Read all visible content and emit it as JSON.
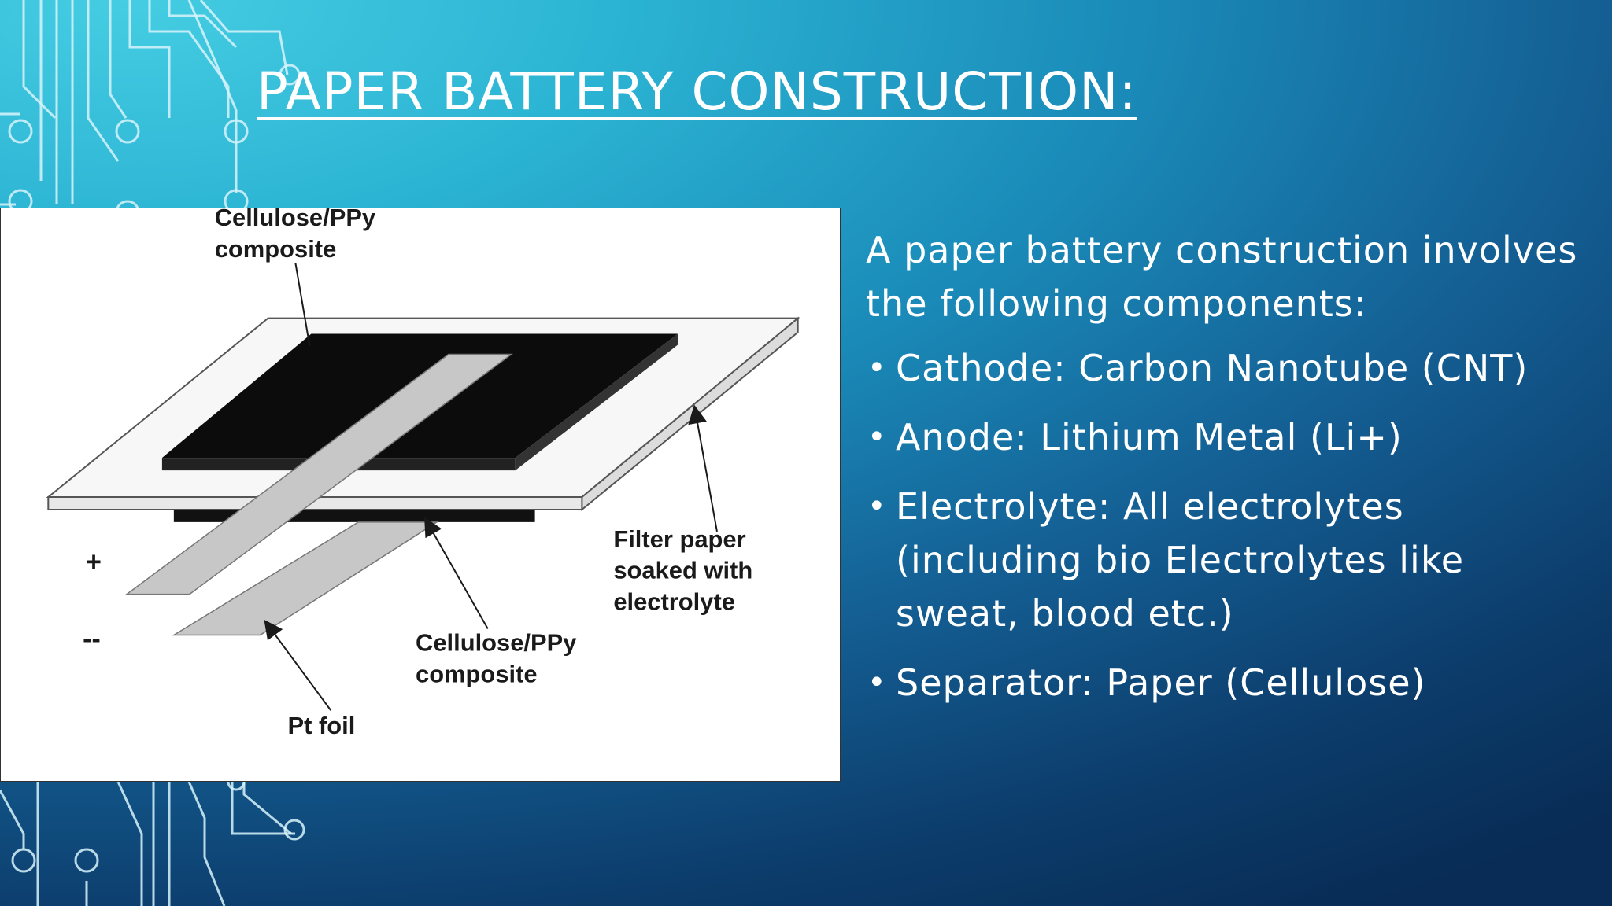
{
  "slide": {
    "title": "PAPER BATTERY CONSTRUCTION:",
    "intro": "A paper battery construction involves the following components:",
    "bullet_glyph": "•",
    "bullets": [
      "Cathode: Carbon Nanotube (CNT)",
      "Anode: Lithium Metal (Li+)",
      "Electrolyte: All electrolytes (including bio Electrolytes like sweat, blood etc.)",
      "Separator: Paper (Cellulose)"
    ]
  },
  "diagram": {
    "label_top_line1": "Cellulose/PPy",
    "label_top_line2": "composite",
    "label_filter_line1": "Filter paper",
    "label_filter_line2": "soaked with",
    "label_filter_line3": "electrolyte",
    "label_bottom_line1": "Cellulose/PPy",
    "label_bottom_line2": "composite",
    "label_pt_foil": "Pt foil",
    "label_plus": "+",
    "label_minus": "--"
  },
  "colors": {
    "background_light": "#45cde3",
    "background_dark": "#082c55",
    "text": "#ffffff",
    "circuit_lines": "#cfeff7"
  }
}
